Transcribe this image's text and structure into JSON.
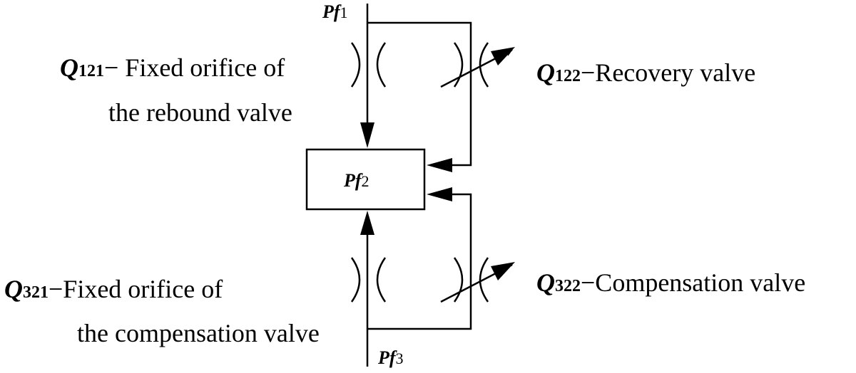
{
  "nodes": {
    "pf1": {
      "symbol": "Pf",
      "sub": "1"
    },
    "pf2": {
      "symbol": "Pf",
      "sub": "2"
    },
    "pf3": {
      "symbol": "Pf",
      "sub": "3"
    }
  },
  "labels": {
    "q121": {
      "symbol": "Q",
      "sub": "121",
      "line1": "− Fixed orifice of",
      "line2": "the rebound valve"
    },
    "q122": {
      "symbol": "Q",
      "sub": "122",
      "text": "−Recovery valve"
    },
    "q321": {
      "symbol": "Q",
      "sub": "321",
      "line1": "−Fixed orifice of",
      "line2": "the compensation valve"
    },
    "q322": {
      "symbol": "Q",
      "sub": "322",
      "text": "−Compensation valve"
    }
  },
  "colors": {
    "stroke": "#000000",
    "background": "#ffffff"
  }
}
